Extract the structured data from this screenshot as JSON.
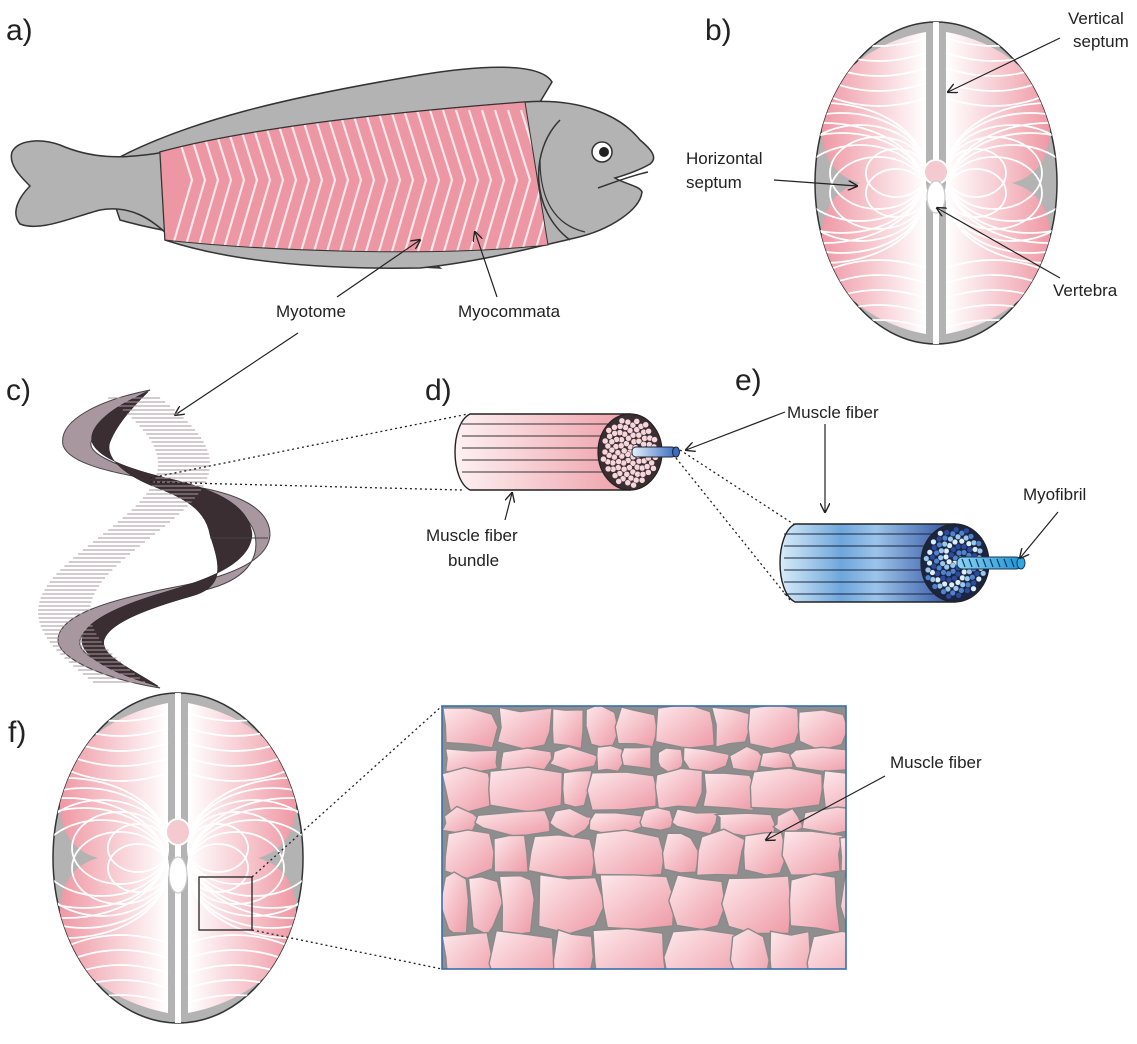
{
  "panels": {
    "a": "a)",
    "b": "b)",
    "c": "c)",
    "d": "d)",
    "e": "e)",
    "f": "f)"
  },
  "labels": {
    "myotome": "Myotome",
    "myocommata": "Myocommata",
    "vertical_septum_1": "Vertical",
    "vertical_septum_2": "septum",
    "horizontal_septum_1": "Horizontal",
    "horizontal_septum_2": "septum",
    "vertebra": "Vertebra",
    "muscle_fiber_e": "Muscle fiber",
    "muscle_fiber_bundle_1": "Muscle fiber",
    "muscle_fiber_bundle_2": "bundle",
    "myofibril": "Myofibril",
    "muscle_fiber_f": "Muscle fiber"
  },
  "colors": {
    "fish_gray": "#b3b3b3",
    "muscle_pink": "#ee9aa5",
    "muscle_light": "#fbe3e6",
    "myotome_purple": "#9a8a90",
    "fiber_blue_dark": "#2a4a9a",
    "fiber_blue_light": "#cfe6f7",
    "myofibril_cyan": "#2fa8e0",
    "frame_blue": "#3a6fb0"
  }
}
